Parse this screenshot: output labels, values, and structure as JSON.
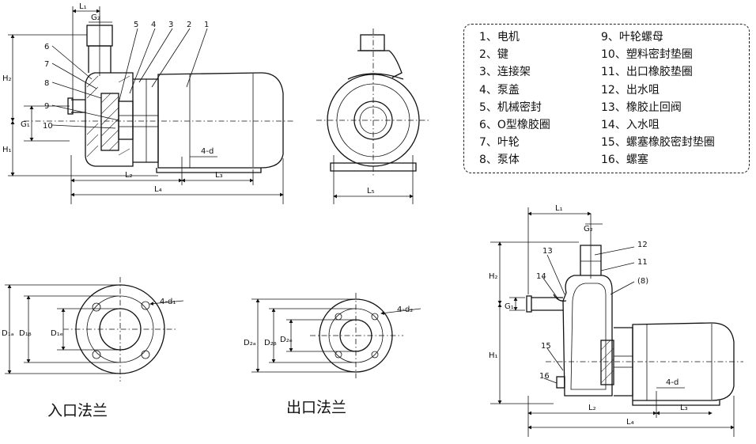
{
  "legend": {
    "col1": [
      "1、电机",
      "2、键",
      "3、连接架",
      "4、泵盖",
      "5、机械密封",
      "6、O型橡胶圈",
      "7、叶轮",
      "8、泵体"
    ],
    "col2": [
      "9、叶轮螺母",
      "10、塑料密封垫圈",
      "11、出口橡胶垫圈",
      "12、出水咀",
      "13、橡胶止回阀",
      "14、入水咀",
      "15、螺塞橡胶密封垫圈",
      "16、螺塞"
    ]
  },
  "captions": {
    "inlet": "入口法兰",
    "outlet": "出口法兰"
  },
  "labels": {
    "L1": "L₁",
    "G2": "G₂",
    "H2": "H₂",
    "G1": "G₁",
    "H1": "H₁",
    "L2": "L₂",
    "L4": "L₄",
    "L3": "L₃",
    "fourd": "4-d",
    "L5": "L₅",
    "fourd1": "4-d₁",
    "fourd2": "4-d₂",
    "D1a": "D₁ₐ",
    "D1b": "D₁ᵦ",
    "D1c": "D₁ₑ",
    "D2a": "D₂ₐ",
    "D2b": "D₂ᵦ",
    "D2c": "D₂ₑ",
    "n1": "1",
    "n2": "2",
    "n3": "3",
    "n4": "4",
    "n5": "5",
    "n6": "6",
    "n7": "7",
    "n8": "8",
    "n9": "9",
    "n10": "10",
    "n11": "11",
    "n12": "12",
    "n13": "13",
    "n14": "14",
    "n15": "15",
    "n16": "16",
    "n8p": "(8)"
  },
  "colors": {
    "line": "#111111",
    "background": "#ffffff"
  }
}
